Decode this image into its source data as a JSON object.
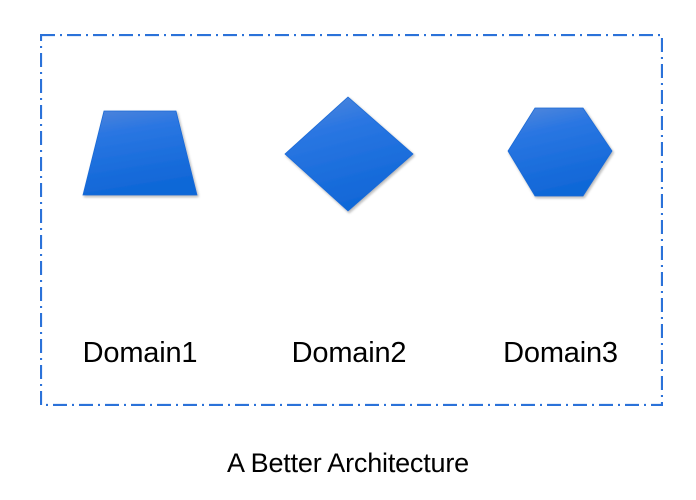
{
  "diagram": {
    "caption": "A Better Architecture",
    "container_name": "domain-container",
    "colors": {
      "border": "#2b72d9",
      "divider": "#2b72d9",
      "shape_gradient_top": "#4a80d8",
      "shape_gradient_mid": "#2573e0",
      "shape_gradient_bottom": "#1068d8",
      "shape_stroke": "#1a6ad6",
      "label_text": "#000000",
      "background": "#ffffff"
    },
    "border_style": "dash-dot",
    "divider_style": "dashed",
    "panels": [
      {
        "id": "domain1",
        "label": "Domain1",
        "shape": "trapezoid",
        "shape_icon_name": "trapezoid-shape-icon"
      },
      {
        "id": "domain2",
        "label": "Domain2",
        "shape": "diamond",
        "shape_icon_name": "diamond-shape-icon"
      },
      {
        "id": "domain3",
        "label": "Domain3",
        "shape": "hexagon",
        "shape_icon_name": "hexagon-shape-icon"
      }
    ]
  }
}
